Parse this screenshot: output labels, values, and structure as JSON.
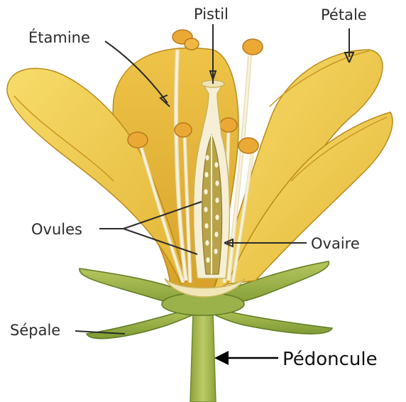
{
  "labels": {
    "pistil": "Pistil",
    "petale": "Pétale",
    "etamine": "Étamine",
    "ovules": "Ovules",
    "ovaire": "Ovaire",
    "sepale": "Sépale",
    "pedoncule": "Pédoncule"
  },
  "colors": {
    "petal": "#f2cf4a",
    "petal_dark": "#d9a92a",
    "petal_edge": "#b88a1c",
    "sepal": "#9bb24a",
    "sepal_dark": "#6f8a2c",
    "stem": "#a9bb58",
    "ovary_inner": "#b9a64a",
    "ovule": "#f4f0d8",
    "anther": "#e8a83a",
    "filament": "#f3ecd2"
  }
}
